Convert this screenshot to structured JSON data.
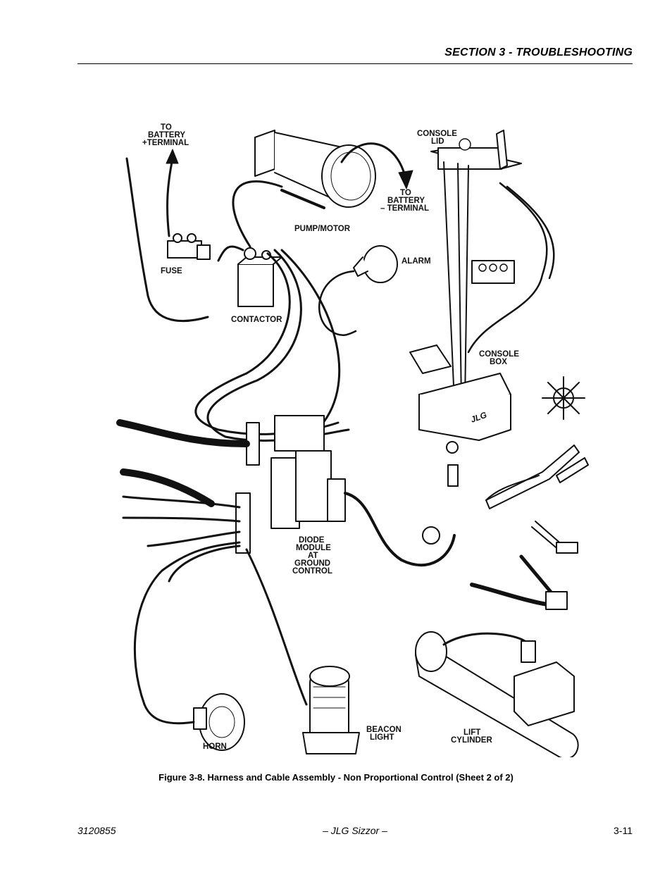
{
  "header": {
    "section_title": "SECTION 3 - TROUBLESHOOTING"
  },
  "figure": {
    "labels": {
      "to_battery_pos": [
        "TO",
        "BATTERY",
        "+TERMINAL"
      ],
      "to_battery_neg": [
        "TO",
        "BATTERY",
        "– TERMINAL"
      ],
      "pump_motor": "PUMP/MOTOR",
      "console_lid": [
        "CONSOLE",
        "LID"
      ],
      "alarm": "ALARM",
      "fuse": "FUSE",
      "contactor": "CONTACTOR",
      "console_box": [
        "CONSOLE",
        "BOX"
      ],
      "diode_module": [
        "DIODE",
        "MODULE",
        "AT",
        "GROUND",
        "CONTROL"
      ],
      "beacon_light": [
        "BEACON",
        "LIGHT"
      ],
      "lift_cylinder": [
        "LIFT",
        "CYLINDER"
      ],
      "horn": "HORN",
      "logo": "JLG"
    },
    "caption": "Figure 3-8.  Harness and Cable Assembly - Non Proportional Control (Sheet 2 of 2)"
  },
  "footer": {
    "doc_number": "3120855",
    "title": "– JLG Sizzor –",
    "page": "3-11"
  }
}
